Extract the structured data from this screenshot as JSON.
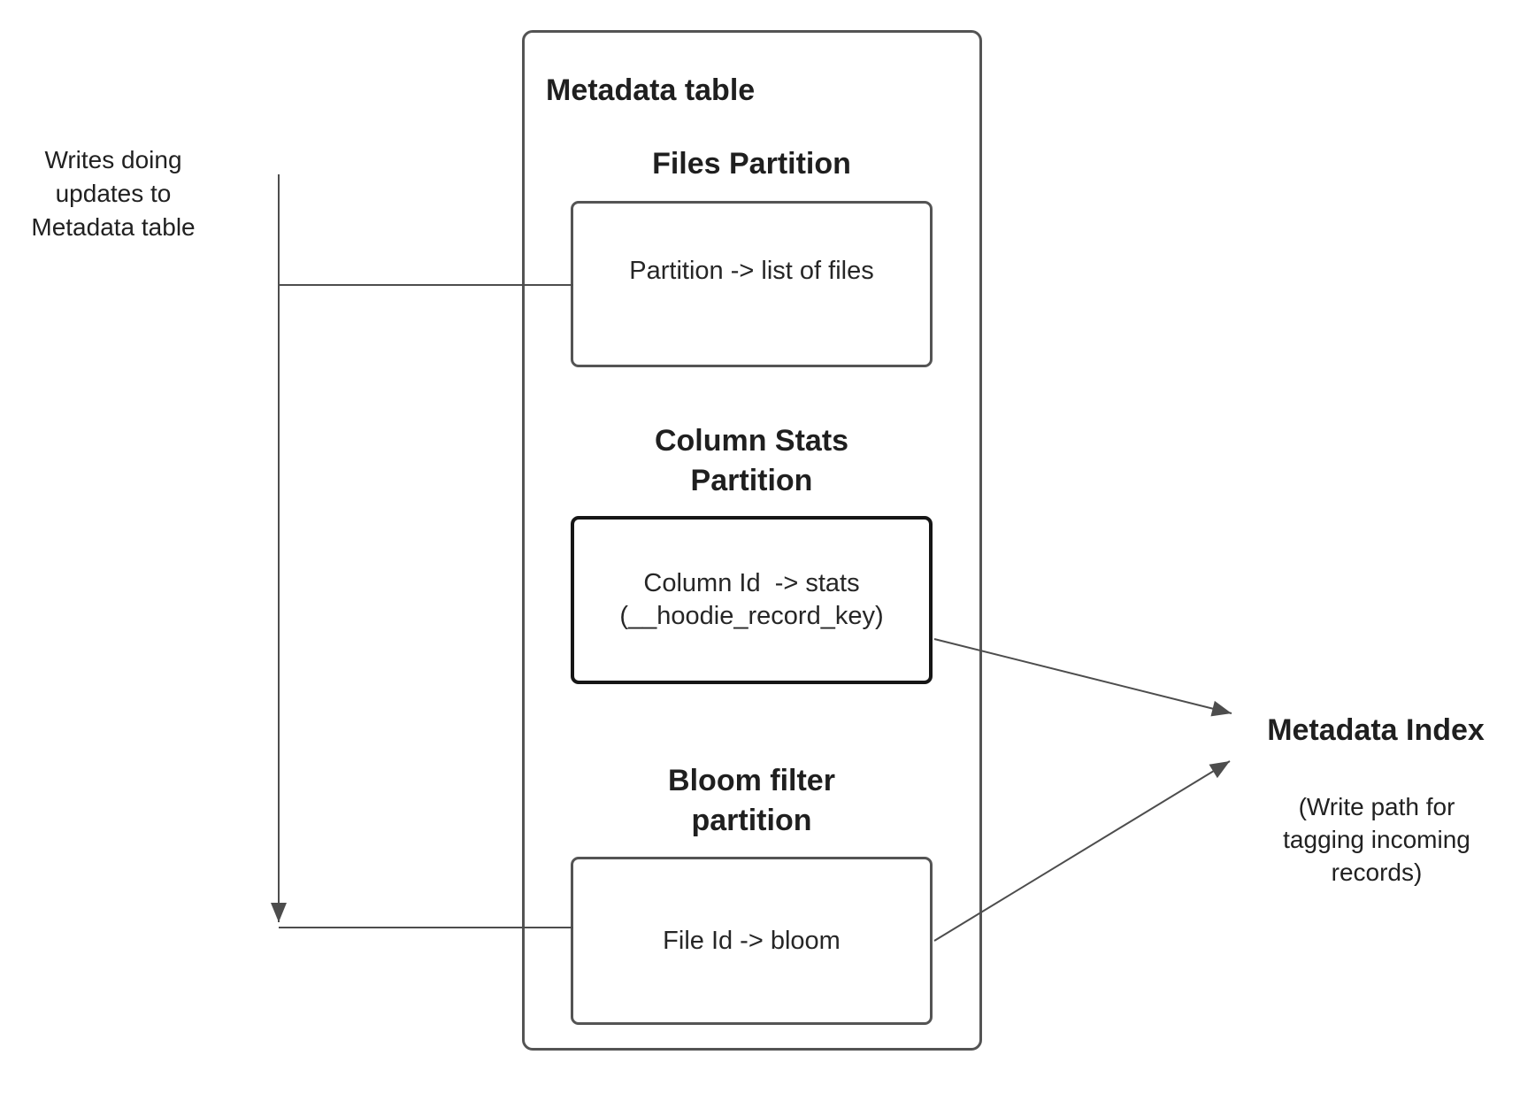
{
  "colors": {
    "border_gray": "#545454",
    "border_dark": "#161616",
    "line": "#4d4d4d",
    "text": "#212121",
    "background": "#ffffff"
  },
  "left_note": {
    "lines": [
      "Writes doing",
      "updates to",
      "Metadata table"
    ]
  },
  "metadata_table": {
    "title": "Metadata table",
    "sections": [
      {
        "id": "files-partition",
        "heading_lines": [
          "Files Partition"
        ],
        "box_lines": [
          "Partition -> list of files"
        ]
      },
      {
        "id": "column-stats-partition",
        "heading_lines": [
          "Column Stats",
          "Partition"
        ],
        "box_lines": [
          "Column Id  -> stats",
          "(__hoodie_record_key)"
        ]
      },
      {
        "id": "bloom-filter-partition",
        "heading_lines": [
          "Bloom filter",
          "partition"
        ],
        "box_lines": [
          "File Id -> bloom"
        ]
      }
    ]
  },
  "metadata_index": {
    "title": "Metadata Index",
    "subtitle_lines": [
      "(Write path for",
      "tagging incoming",
      "records)"
    ]
  }
}
